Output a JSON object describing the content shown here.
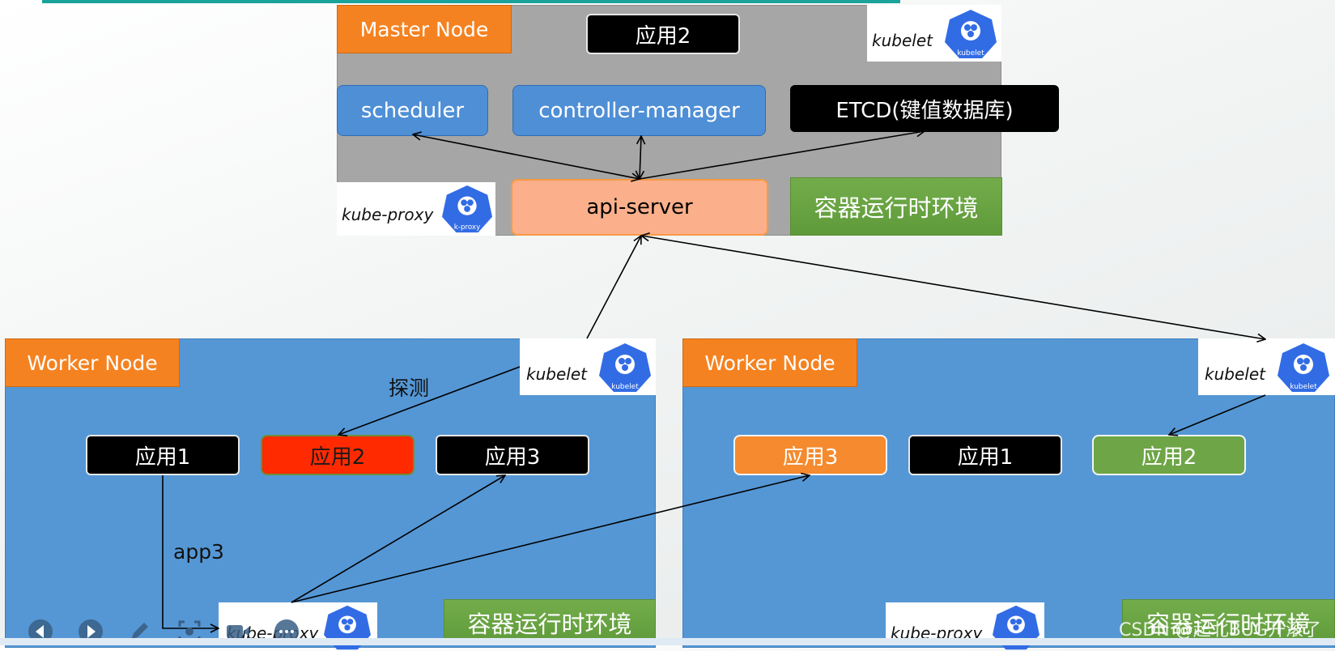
{
  "master": {
    "title": "Master Node",
    "app": "应用2",
    "kubelet": "kubelet",
    "kubelet_icon_label": "kubelet",
    "scheduler": "scheduler",
    "controller_manager": "controller-manager",
    "etcd": "ETCD(键值数据库)",
    "kube_proxy": "kube-proxy",
    "kube_proxy_icon_label": "k-proxy",
    "api_server": "api-server",
    "runtime": "容器运行时环境"
  },
  "worker1": {
    "title": "Worker Node",
    "kubelet": "kubelet",
    "kubelet_icon_label": "kubelet",
    "probe_label": "探测",
    "apps": [
      "应用1",
      "应用2",
      "应用3"
    ],
    "route_label": "app3",
    "kube_proxy": "kube-proxy",
    "runtime": "容器运行时环境"
  },
  "worker2": {
    "title": "Worker Node",
    "kubelet": "kubelet",
    "kubelet_icon_label": "kubelet",
    "apps": [
      "应用3",
      "应用1",
      "应用2"
    ],
    "kube_proxy": "kube-proxy",
    "runtime": "容器运行时环境"
  },
  "watermark": "CSDN @起北BUG开滚了",
  "colors": {
    "master_bg": "#a6a6a6",
    "worker_bg": "#5597d5",
    "node_label": "#f58220",
    "runtime_green": "#6ea546",
    "k8s_blue": "#326ce5",
    "failed_app": "#ff2a00"
  },
  "icons": [
    "kubernetes-icon",
    "arrow-left-icon",
    "arrow-right-icon",
    "pencil-icon",
    "screenshot-icon",
    "video-icon",
    "more-icon"
  ]
}
